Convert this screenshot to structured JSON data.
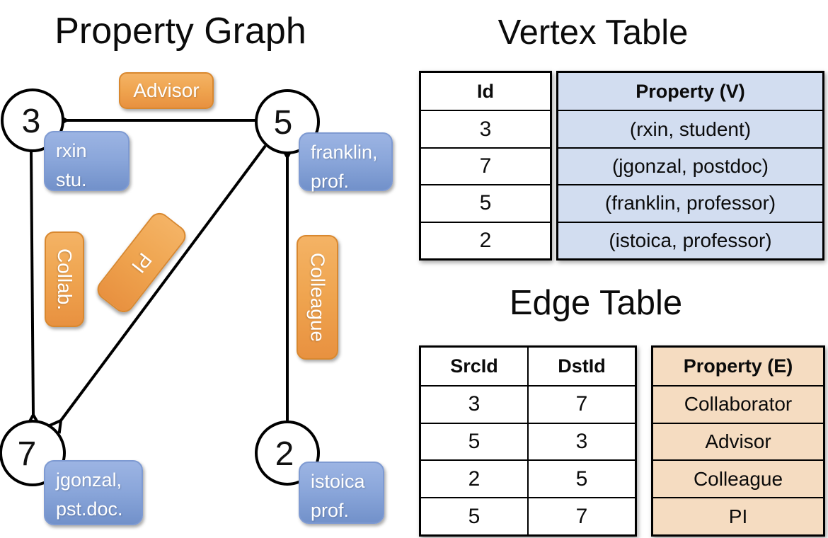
{
  "titles": {
    "graph": "Property Graph",
    "vertex_table": "Vertex Table",
    "edge_table": "Edge Table"
  },
  "graph": {
    "nodes": [
      {
        "id": "3",
        "prop_line1": "rxin",
        "prop_line2": "stu."
      },
      {
        "id": "5",
        "prop_line1": "franklin,",
        "prop_line2": "prof."
      },
      {
        "id": "7",
        "prop_line1": "jgonzal,",
        "prop_line2": "pst.doc."
      },
      {
        "id": "2",
        "prop_line1": "istoica",
        "prop_line2": "prof."
      }
    ],
    "edge_labels": {
      "advisor": "Advisor",
      "collab": "Collab.",
      "pi": "PI",
      "colleague": "Colleague"
    }
  },
  "vertex_table": {
    "header": {
      "id": "Id",
      "property": "Property (V)"
    },
    "rows": [
      {
        "id": "3",
        "property": "(rxin, student)"
      },
      {
        "id": "7",
        "property": "(jgonzal, postdoc)"
      },
      {
        "id": "5",
        "property": "(franklin, professor)"
      },
      {
        "id": "2",
        "property": "(istoica, professor)"
      }
    ]
  },
  "edge_table": {
    "header": {
      "src": "SrcId",
      "dst": "DstId",
      "property": "Property (E)"
    },
    "rows": [
      {
        "src": "3",
        "dst": "7",
        "property": "Collaborator"
      },
      {
        "src": "5",
        "dst": "3",
        "property": "Advisor"
      },
      {
        "src": "2",
        "dst": "5",
        "property": "Colleague"
      },
      {
        "src": "5",
        "dst": "7",
        "property": "PI"
      }
    ]
  },
  "colors": {
    "vertex_property_fill": "#d2ddf0",
    "edge_property_fill": "#f5dcc1",
    "vertex_node_box_top": "#9cb4e3",
    "vertex_node_box_bottom": "#7291ca",
    "edge_label_box_top": "#f4b365",
    "edge_label_box_bottom": "#e89140",
    "line_stroke": "#000000"
  }
}
